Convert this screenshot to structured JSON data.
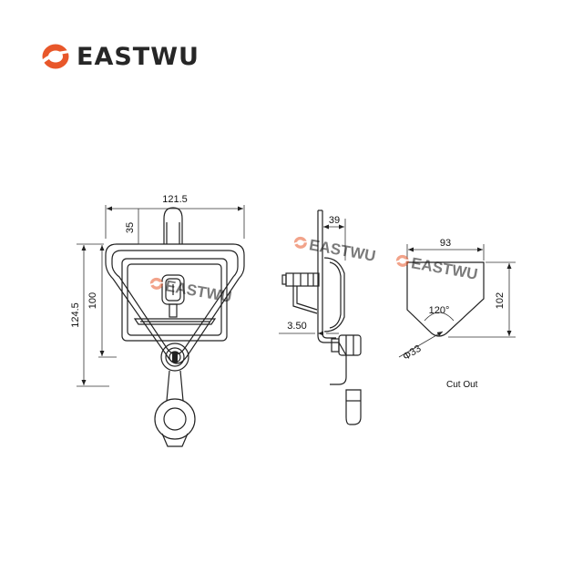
{
  "brand": {
    "name": "EASTWU",
    "accent_color": "#e8572a",
    "text_color": "#262626",
    "logo_icon": "swoosh-mark"
  },
  "front_view": {
    "width_dim": "121.5",
    "top_dim": "35",
    "height_dim": "124.5",
    "inner_height_dim": "100"
  },
  "side_view": {
    "depth_dim": "39",
    "offset_dim": "3.50"
  },
  "cut_out": {
    "width_dim": "93",
    "height_dim": "102",
    "angle_dim": "120°",
    "diameter_dim": "Φ33",
    "caption": "Cut Out"
  },
  "watermark": {
    "text": "EASTWU"
  }
}
